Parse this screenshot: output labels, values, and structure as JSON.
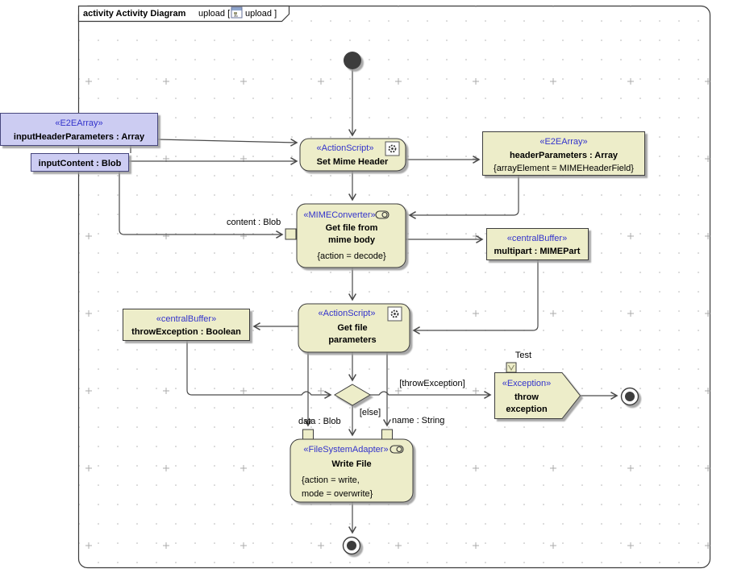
{
  "colors": {
    "node_fill": "#ededc9",
    "param_fill": "#ccccf2",
    "stereotype_text": "#3333cc",
    "edge": "#4a4a4a"
  },
  "frame": {
    "title_bold": "activity Activity Diagram",
    "title_pre": "upload [",
    "title_post": "upload ]"
  },
  "nodes": {
    "input_header_params": {
      "stereotype": "«E2EArray»",
      "name": "inputHeaderParameters : Array"
    },
    "input_content": {
      "name": "inputContent : Blob"
    },
    "set_mime_header": {
      "stereotype": "«ActionScript»",
      "name": "Set Mime Header"
    },
    "header_parameters": {
      "stereotype": "«E2EArray»",
      "name": "headerParameters : Array",
      "tag": "{arrayElement = MIMEHeaderField}"
    },
    "get_file_from_mime_body": {
      "stereotype": "«MIMEConverter»",
      "name_line1": "Get file from",
      "name_line2": "mime body",
      "tag": "{action = decode}"
    },
    "multipart": {
      "stereotype": "«centralBuffer»",
      "name": "multipart : MIMEPart"
    },
    "get_file_parameters": {
      "stereotype": "«ActionScript»",
      "name_line1": "Get file",
      "name_line2": "parameters"
    },
    "throw_exception_buffer": {
      "stereotype": "«centralBuffer»",
      "name": "throwException : Boolean"
    },
    "throw_exception": {
      "stereotype": "«Exception»",
      "name_line1": "throw",
      "name_line2": "exception",
      "pin_label": "Test",
      "pin_glyph": "V"
    },
    "write_file": {
      "stereotype": "«FileSystemAdapter»",
      "name": "Write File",
      "tag_line1": "{action = write,",
      "tag_line2": "mode = overwrite}"
    }
  },
  "edges": {
    "content_label": "content : Blob",
    "guard_throw": "[throwException]",
    "guard_else": "[else]",
    "data_label": "data : Blob",
    "name_label": "name : String"
  }
}
